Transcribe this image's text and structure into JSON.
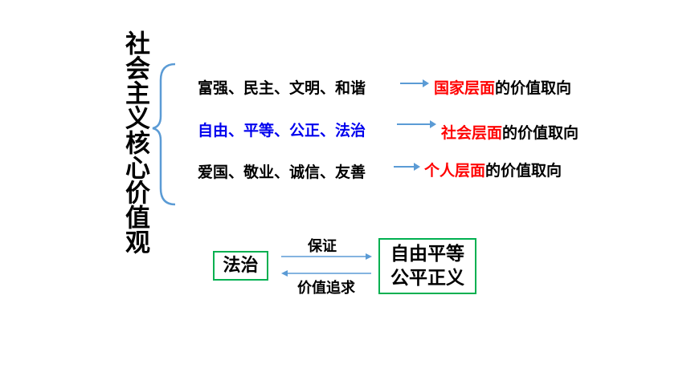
{
  "title_vertical": "社会主义核心价值观",
  "rows": [
    {
      "left": "富强、民主、文明、和谐",
      "left_color": "#000000",
      "level": "国家层面",
      "suffix": "的价值取向"
    },
    {
      "left": "自由、平等、公正、法治",
      "left_color": "#0000ee",
      "level": "社会层面",
      "suffix": "的价值取向"
    },
    {
      "left": "爱国、敬业、诚信、友善",
      "left_color": "#000000",
      "level": "个人层面",
      "suffix": "的价值取向"
    }
  ],
  "relation": {
    "left_box": "法治",
    "right_box_line1": "自由平等",
    "right_box_line2": "公平正义",
    "top_arrow_label": "保证",
    "bottom_arrow_label": "价值追求"
  },
  "colors": {
    "arrow": "#5b9bd5",
    "brace": "#5b9bd5",
    "box_border": "#00b050",
    "level_text": "#ff0000"
  }
}
